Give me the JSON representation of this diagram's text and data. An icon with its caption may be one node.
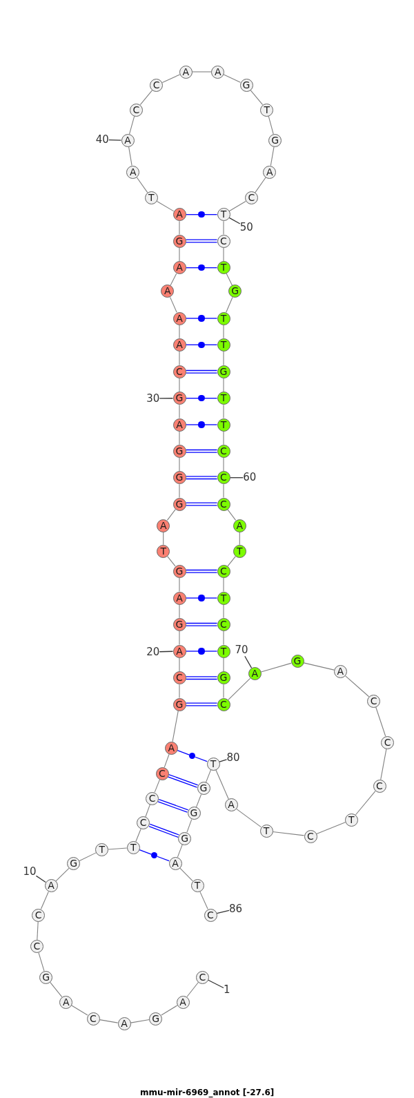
{
  "diagram": {
    "caption": "mmu-mir-6969_annot [-27.6]",
    "nodes": [
      {
        "text": [
          "C"
        ]
      },
      {
        "text": [
          "A"
        ]
      },
      {
        "text": [
          "G"
        ]
      },
      {
        "text": [
          "A"
        ]
      },
      {
        "text": [
          "C"
        ]
      },
      {
        "text": [
          "A"
        ]
      },
      {
        "text": [
          "G"
        ]
      },
      {
        "text": [
          "C"
        ]
      },
      {
        "text": [
          "C"
        ]
      },
      {
        "text": [
          "A"
        ]
      },
      {
        "text": [
          "G"
        ]
      },
      {
        "text": [
          "T"
        ]
      },
      {
        "text": [
          "T"
        ]
      },
      {
        "text": [
          "C"
        ]
      },
      {
        "text": [
          "C"
        ]
      },
      {
        "text": [
          "C"
        ]
      },
      {
        "text": [
          "A"
        ]
      },
      {
        "text": [
          "G"
        ]
      },
      {
        "text": [
          "C"
        ]
      },
      {
        "text": [
          "A"
        ]
      },
      {
        "text": [
          "G"
        ]
      },
      {
        "text": [
          "A"
        ]
      },
      {
        "text": [
          "G"
        ]
      },
      {
        "text": [
          "T"
        ]
      },
      {
        "text": [
          "A"
        ]
      },
      {
        "text": [
          "G"
        ]
      },
      {
        "text": [
          "G"
        ]
      },
      {
        "text": [
          "G"
        ]
      },
      {
        "text": [
          "A"
        ]
      },
      {
        "text": [
          "G"
        ]
      },
      {
        "text": [
          "C"
        ]
      },
      {
        "text": [
          "A"
        ]
      },
      {
        "text": [
          "A"
        ]
      },
      {
        "text": [
          "A"
        ]
      },
      {
        "text": [
          "A"
        ]
      },
      {
        "text": [
          "G"
        ]
      },
      {
        "text": [
          "A"
        ]
      },
      {
        "text": [
          "T"
        ]
      },
      {
        "text": [
          "A"
        ]
      },
      {
        "text": [
          "A"
        ]
      },
      {
        "text": [
          "C"
        ]
      },
      {
        "text": [
          "C"
        ]
      },
      {
        "text": [
          "A"
        ]
      },
      {
        "text": [
          "A"
        ]
      },
      {
        "text": [
          "G"
        ]
      },
      {
        "text": [
          "T"
        ]
      },
      {
        "text": [
          "G"
        ]
      },
      {
        "text": [
          "A"
        ]
      },
      {
        "text": [
          "C"
        ]
      },
      {
        "text": [
          "T"
        ]
      },
      {
        "text": [
          "C"
        ]
      },
      {
        "text": [
          "T"
        ]
      },
      {
        "text": [
          "G"
        ]
      },
      {
        "text": [
          "T"
        ]
      },
      {
        "text": [
          "T"
        ]
      },
      {
        "text": [
          "G"
        ]
      },
      {
        "text": [
          "T"
        ]
      },
      {
        "text": [
          "T"
        ]
      },
      {
        "text": [
          "C"
        ]
      },
      {
        "text": [
          "C"
        ]
      },
      {
        "text": [
          "C"
        ]
      },
      {
        "text": [
          "A"
        ]
      },
      {
        "text": [
          "T"
        ]
      },
      {
        "text": [
          "C"
        ]
      },
      {
        "text": [
          "T"
        ]
      },
      {
        "text": [
          "C"
        ]
      },
      {
        "text": [
          "T"
        ]
      },
      {
        "text": [
          "G"
        ]
      },
      {
        "text": [
          "C"
        ]
      },
      {
        "text": [
          "A"
        ]
      },
      {
        "text": [
          "G"
        ]
      },
      {
        "text": [
          "A"
        ]
      },
      {
        "text": [
          "C"
        ]
      },
      {
        "text": [
          "C"
        ]
      },
      {
        "text": [
          "C"
        ]
      },
      {
        "text": [
          "T"
        ]
      },
      {
        "text": [
          "C"
        ]
      },
      {
        "text": [
          "T"
        ]
      },
      {
        "text": [
          "A"
        ]
      },
      {
        "text": [
          "T"
        ]
      },
      {
        "text": [
          "G"
        ]
      },
      {
        "text": [
          "G"
        ]
      },
      {
        "text": [
          "G"
        ]
      },
      {
        "text": [
          "A"
        ]
      },
      {
        "text": [
          "T"
        ]
      },
      {
        "text": [
          "C"
        ]
      },
      {
        "text": [
          "1"
        ]
      },
      {
        "text": [
          "10"
        ]
      },
      {
        "text": [
          "20"
        ]
      },
      {
        "text": [
          "30"
        ]
      },
      {
        "text": [
          "40"
        ]
      },
      {
        "text": [
          "50"
        ]
      },
      {
        "text": [
          "60"
        ]
      },
      {
        "text": [
          "70"
        ]
      },
      {
        "text": [
          "80"
        ]
      },
      {
        "text": [
          "86"
        ]
      },
      {
        "text": [],
        "shape": "circle"
      },
      {
        "text": [],
        "shape": "circle"
      },
      {
        "text": [],
        "shape": "circle"
      },
      {
        "text": [],
        "shape": "circle"
      },
      {
        "text": [],
        "shape": "circle"
      },
      {
        "text": [],
        "shape": "circle"
      },
      {
        "text": [],
        "shape": "circle"
      },
      {
        "text": [],
        "shape": "circle"
      },
      {
        "text": [],
        "shape": "circle"
      },
      {
        "text": [],
        "shape": "circle"
      }
    ],
    "edges": [
      {
        "from": 0,
        "to": 1,
        "arrow": "none"
      },
      {
        "from": 1,
        "to": 2,
        "arrow": "none"
      },
      {
        "from": 2,
        "to": 3,
        "arrow": "none"
      },
      {
        "from": 3,
        "to": 4,
        "arrow": "none"
      },
      {
        "from": 4,
        "to": 5,
        "arrow": "none"
      },
      {
        "from": 5,
        "to": 6,
        "arrow": "none"
      },
      {
        "from": 6,
        "to": 7,
        "arrow": "none"
      },
      {
        "from": 7,
        "to": 8,
        "arrow": "none"
      },
      {
        "from": 8,
        "to": 9,
        "arrow": "none"
      },
      {
        "from": 9,
        "to": 10,
        "arrow": "none"
      },
      {
        "from": 10,
        "to": 11,
        "arrow": "none"
      },
      {
        "from": 11,
        "to": 12,
        "arrow": "none"
      },
      {
        "from": 12,
        "to": 13,
        "arrow": "none"
      },
      {
        "from": 13,
        "to": 14,
        "arrow": "none"
      },
      {
        "from": 14,
        "to": 15,
        "arrow": "none"
      },
      {
        "from": 15,
        "to": 16,
        "arrow": "none"
      },
      {
        "from": 16,
        "to": 17,
        "arrow": "none"
      },
      {
        "from": 17,
        "to": 18,
        "arrow": "none"
      },
      {
        "from": 18,
        "to": 19,
        "arrow": "none"
      },
      {
        "from": 19,
        "to": 20,
        "arrow": "none"
      },
      {
        "from": 20,
        "to": 21,
        "arrow": "none"
      },
      {
        "from": 21,
        "to": 22,
        "arrow": "none"
      },
      {
        "from": 22,
        "to": 23,
        "arrow": "none"
      },
      {
        "from": 23,
        "to": 24,
        "arrow": "none"
      },
      {
        "from": 24,
        "to": 25,
        "arrow": "none"
      },
      {
        "from": 25,
        "to": 26,
        "arrow": "none"
      },
      {
        "from": 26,
        "to": 27,
        "arrow": "none"
      },
      {
        "from": 27,
        "to": 28,
        "arrow": "none"
      },
      {
        "from": 28,
        "to": 29,
        "arrow": "none"
      },
      {
        "from": 29,
        "to": 30,
        "arrow": "none"
      },
      {
        "from": 30,
        "to": 31,
        "arrow": "none"
      },
      {
        "from": 31,
        "to": 32,
        "arrow": "none"
      },
      {
        "from": 32,
        "to": 33,
        "arrow": "none"
      },
      {
        "from": 33,
        "to": 34,
        "arrow": "none"
      },
      {
        "from": 34,
        "to": 35,
        "arrow": "none"
      },
      {
        "from": 35,
        "to": 36,
        "arrow": "none"
      },
      {
        "from": 36,
        "to": 37,
        "arrow": "none"
      },
      {
        "from": 37,
        "to": 38,
        "arrow": "none"
      },
      {
        "from": 38,
        "to": 39,
        "arrow": "none"
      },
      {
        "from": 39,
        "to": 40,
        "arrow": "none"
      },
      {
        "from": 40,
        "to": 41,
        "arrow": "none"
      },
      {
        "from": 41,
        "to": 42,
        "arrow": "none"
      },
      {
        "from": 42,
        "to": 43,
        "arrow": "none"
      },
      {
        "from": 43,
        "to": 44,
        "arrow": "none"
      },
      {
        "from": 44,
        "to": 45,
        "arrow": "none"
      },
      {
        "from": 45,
        "to": 46,
        "arrow": "none"
      },
      {
        "from": 46,
        "to": 47,
        "arrow": "none"
      },
      {
        "from": 47,
        "to": 48,
        "arrow": "none"
      },
      {
        "from": 48,
        "to": 49,
        "arrow": "none"
      },
      {
        "from": 49,
        "to": 50,
        "arrow": "none"
      },
      {
        "from": 50,
        "to": 51,
        "arrow": "none"
      },
      {
        "from": 51,
        "to": 52,
        "arrow": "none"
      },
      {
        "from": 52,
        "to": 53,
        "arrow": "none"
      },
      {
        "from": 53,
        "to": 54,
        "arrow": "none"
      },
      {
        "from": 54,
        "to": 55,
        "arrow": "none"
      },
      {
        "from": 55,
        "to": 56,
        "arrow": "none"
      },
      {
        "from": 56,
        "to": 57,
        "arrow": "none"
      },
      {
        "from": 57,
        "to": 58,
        "arrow": "none"
      },
      {
        "from": 58,
        "to": 59,
        "arrow": "none"
      },
      {
        "from": 59,
        "to": 60,
        "arrow": "none"
      },
      {
        "from": 60,
        "to": 61,
        "arrow": "none"
      },
      {
        "from": 61,
        "to": 62,
        "arrow": "none"
      },
      {
        "from": 62,
        "to": 63,
        "arrow": "none"
      },
      {
        "from": 63,
        "to": 64,
        "arrow": "none"
      },
      {
        "from": 64,
        "to": 65,
        "arrow": "none"
      },
      {
        "from": 65,
        "to": 66,
        "arrow": "none"
      },
      {
        "from": 66,
        "to": 67,
        "arrow": "none"
      },
      {
        "from": 67,
        "to": 68,
        "arrow": "none"
      },
      {
        "from": 68,
        "to": 69,
        "arrow": "none"
      },
      {
        "from": 69,
        "to": 70,
        "arrow": "none"
      },
      {
        "from": 70,
        "to": 71,
        "arrow": "none"
      },
      {
        "from": 71,
        "to": 72,
        "arrow": "none"
      },
      {
        "from": 72,
        "to": 73,
        "arrow": "none"
      },
      {
        "from": 73,
        "to": 74,
        "arrow": "none"
      },
      {
        "from": 74,
        "to": 75,
        "arrow": "none"
      },
      {
        "from": 75,
        "to": 76,
        "arrow": "none"
      },
      {
        "from": 76,
        "to": 77,
        "arrow": "none"
      },
      {
        "from": 77,
        "to": 78,
        "arrow": "none"
      },
      {
        "from": 78,
        "to": 79,
        "arrow": "none"
      },
      {
        "from": 79,
        "to": 80,
        "arrow": "none"
      },
      {
        "from": 80,
        "to": 81,
        "arrow": "none"
      },
      {
        "from": 81,
        "to": 82,
        "arrow": "none"
      },
      {
        "from": 82,
        "to": 83,
        "arrow": "none"
      },
      {
        "from": 83,
        "to": 84,
        "arrow": "none"
      },
      {
        "from": 84,
        "to": 85,
        "arrow": "none"
      },
      {
        "from": 12,
        "to": 105,
        "arrow": "none",
        "color": "#0000ff"
      },
      {
        "from": 105,
        "to": 83,
        "arrow": "none",
        "color": "#0000ff"
      },
      {
        "from": 13,
        "to": 82,
        "arrow": "none",
        "color": "#0000ff"
      },
      {
        "from": 13,
        "to": 82,
        "arrow": "none",
        "color": "#0000ff"
      },
      {
        "from": 14,
        "to": 81,
        "arrow": "none",
        "color": "#0000ff"
      },
      {
        "from": 14,
        "to": 81,
        "arrow": "none",
        "color": "#0000ff"
      },
      {
        "from": 15,
        "to": 80,
        "arrow": "none",
        "color": "#0000ff"
      },
      {
        "from": 15,
        "to": 80,
        "arrow": "none",
        "color": "#0000ff"
      },
      {
        "from": 16,
        "to": 104,
        "arrow": "none",
        "color": "#0000ff"
      },
      {
        "from": 104,
        "to": 79,
        "arrow": "none",
        "color": "#0000ff"
      },
      {
        "from": 17,
        "to": 68,
        "arrow": "none",
        "color": "#0000ff"
      },
      {
        "from": 17,
        "to": 68,
        "arrow": "none",
        "color": "#0000ff"
      },
      {
        "from": 18,
        "to": 67,
        "arrow": "none",
        "color": "#0000ff"
      },
      {
        "from": 18,
        "to": 67,
        "arrow": "none",
        "color": "#0000ff"
      },
      {
        "from": 19,
        "to": 103,
        "arrow": "none",
        "color": "#0000ff"
      },
      {
        "from": 103,
        "to": 66,
        "arrow": "none",
        "color": "#0000ff"
      },
      {
        "from": 20,
        "to": 65,
        "arrow": "none",
        "color": "#0000ff"
      },
      {
        "from": 20,
        "to": 65,
        "arrow": "none",
        "color": "#0000ff"
      },
      {
        "from": 21,
        "to": 102,
        "arrow": "none",
        "color": "#0000ff"
      },
      {
        "from": 102,
        "to": 64,
        "arrow": "none",
        "color": "#0000ff"
      },
      {
        "from": 22,
        "to": 63,
        "arrow": "none",
        "color": "#0000ff"
      },
      {
        "from": 22,
        "to": 63,
        "arrow": "none",
        "color": "#0000ff"
      },
      {
        "from": 25,
        "to": 60,
        "arrow": "none",
        "color": "#0000ff"
      },
      {
        "from": 25,
        "to": 60,
        "arrow": "none",
        "color": "#0000ff"
      },
      {
        "from": 26,
        "to": 59,
        "arrow": "none",
        "color": "#0000ff"
      },
      {
        "from": 26,
        "to": 59,
        "arrow": "none",
        "color": "#0000ff"
      },
      {
        "from": 27,
        "to": 58,
        "arrow": "none",
        "color": "#0000ff"
      },
      {
        "from": 27,
        "to": 58,
        "arrow": "none",
        "color": "#0000ff"
      },
      {
        "from": 28,
        "to": 101,
        "arrow": "none",
        "color": "#0000ff"
      },
      {
        "from": 101,
        "to": 57,
        "arrow": "none",
        "color": "#0000ff"
      },
      {
        "from": 29,
        "to": 100,
        "arrow": "none",
        "color": "#0000ff"
      },
      {
        "from": 100,
        "to": 56,
        "arrow": "none",
        "color": "#0000ff"
      },
      {
        "from": 30,
        "to": 55,
        "arrow": "none",
        "color": "#0000ff"
      },
      {
        "from": 30,
        "to": 55,
        "arrow": "none",
        "color": "#0000ff"
      },
      {
        "from": 31,
        "to": 99,
        "arrow": "none",
        "color": "#0000ff"
      },
      {
        "from": 99,
        "to": 54,
        "arrow": "none",
        "color": "#0000ff"
      },
      {
        "from": 32,
        "to": 98,
        "arrow": "none",
        "color": "#0000ff"
      },
      {
        "from": 98,
        "to": 53,
        "arrow": "none",
        "color": "#0000ff"
      },
      {
        "from": 34,
        "to": 97,
        "arrow": "none",
        "color": "#0000ff"
      },
      {
        "from": 97,
        "to": 51,
        "arrow": "none",
        "color": "#0000ff"
      },
      {
        "from": 35,
        "to": 50,
        "arrow": "none",
        "color": "#0000ff"
      },
      {
        "from": 35,
        "to": 50,
        "arrow": "none",
        "color": "#0000ff"
      },
      {
        "from": 36,
        "to": 96,
        "arrow": "none",
        "color": "#0000ff"
      },
      {
        "from": 96,
        "to": 49,
        "arrow": "none",
        "color": "#0000ff"
      },
      {
        "from": 86,
        "to": 0,
        "arrow": "none",
        "color": "#333333"
      },
      {
        "from": 87,
        "to": 9,
        "arrow": "none",
        "color": "#333333"
      },
      {
        "from": 88,
        "to": 19,
        "arrow": "none",
        "color": "#333333"
      },
      {
        "from": 89,
        "to": 29,
        "arrow": "none",
        "color": "#333333"
      },
      {
        "from": 90,
        "to": 39,
        "arrow": "none",
        "color": "#333333"
      },
      {
        "from": 91,
        "to": 49,
        "arrow": "none",
        "color": "#333333"
      },
      {
        "from": 92,
        "to": 59,
        "arrow": "none",
        "color": "#333333"
      },
      {
        "from": 93,
        "to": 69,
        "arrow": "none",
        "color": "#333333"
      },
      {
        "from": 94,
        "to": 79,
        "arrow": "none",
        "color": "#333333"
      },
      {
        "from": 95,
        "to": 85,
        "arrow": "none",
        "color": "#333333"
      }
    ]
  }
}
